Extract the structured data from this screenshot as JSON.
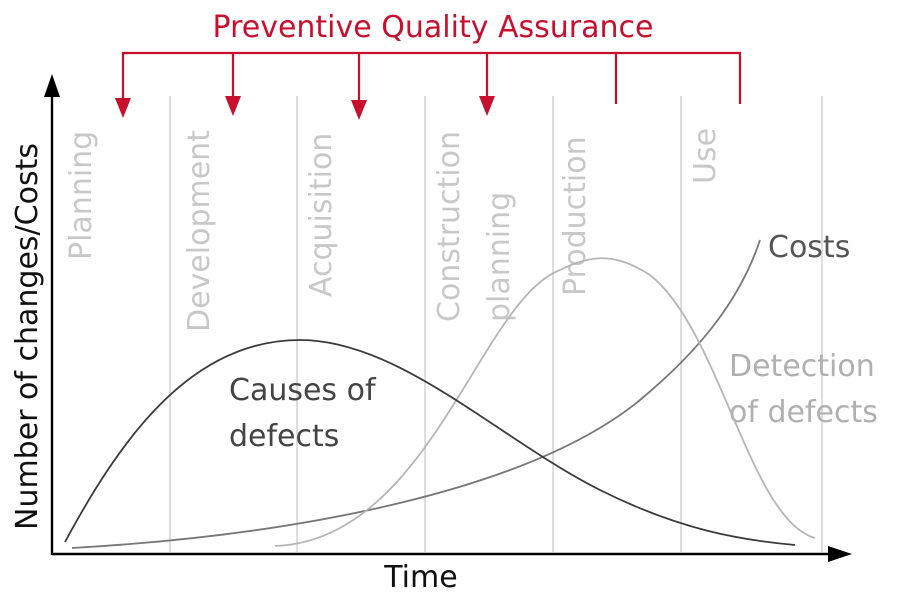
{
  "title": "Preventive Quality Assurance",
  "phases": [
    {
      "lines": [
        "Planning"
      ]
    },
    {
      "lines": [
        "Development"
      ]
    },
    {
      "lines": [
        "Acquisition"
      ]
    },
    {
      "lines": [
        "Construction",
        "planning"
      ]
    },
    {
      "lines": [
        "Production"
      ]
    },
    {
      "lines": [
        "Use"
      ]
    }
  ],
  "axes": {
    "y_label": "Number of changes/Costs",
    "x_label": "Time"
  },
  "curves": {
    "causes": {
      "lines": [
        "Causes of",
        "defects"
      ],
      "color": "#3a3a3a"
    },
    "costs": {
      "lines": [
        "Costs"
      ],
      "color": "#666666"
    },
    "detection": {
      "lines": [
        "Detection",
        "of defects"
      ],
      "color": "#b0b0b0"
    }
  },
  "colors": {
    "accent": "#c8102e",
    "phase_line": "#dedede",
    "axis": "#000000"
  }
}
